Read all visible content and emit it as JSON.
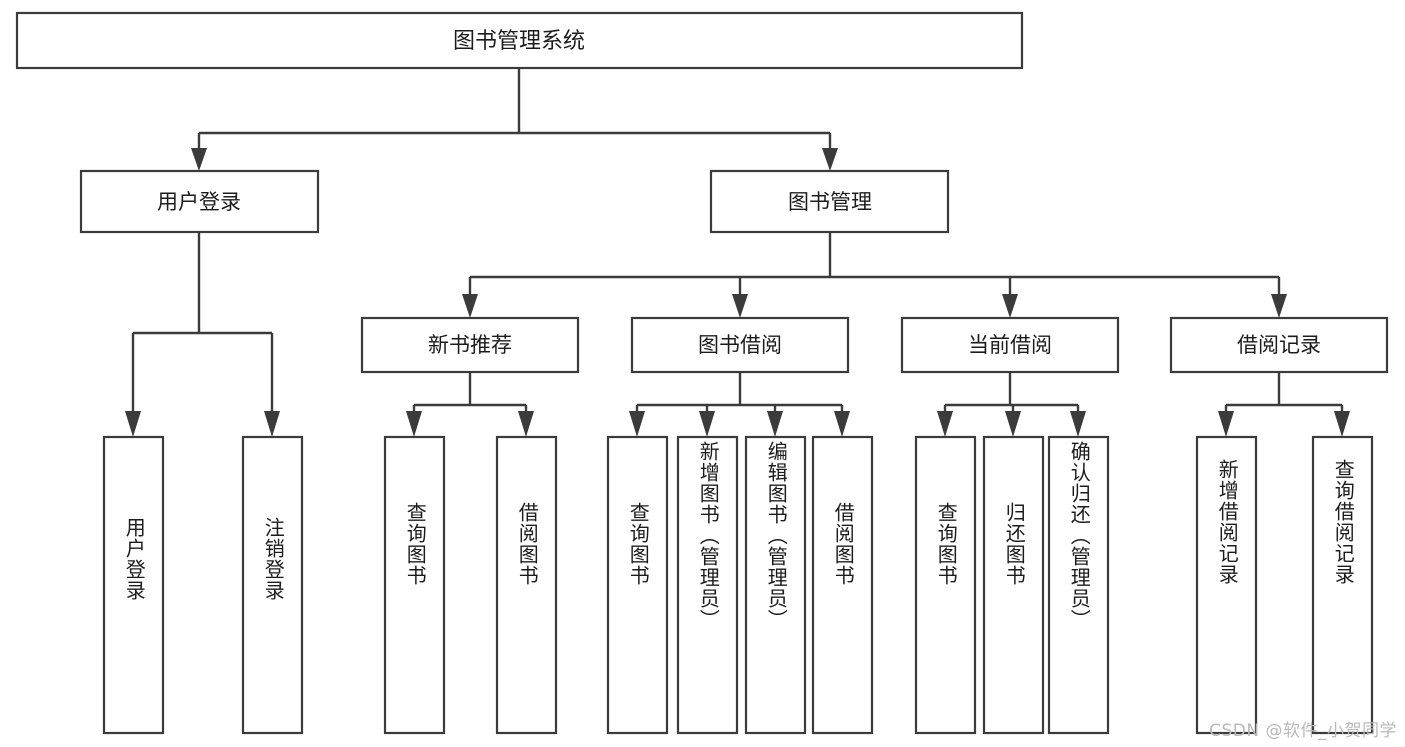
{
  "diagram": {
    "title": "图书管理系统",
    "type": "tree",
    "watermark": "CSDN @软件_小贺同学",
    "colors": {
      "box_stroke": "#3b3b3b",
      "box_fill": "#ffffff",
      "connector": "#3b3b3b",
      "text": "#1c1c1c",
      "watermark": "#b9b9b9",
      "background": "#ffffff"
    },
    "levels": {
      "root": {
        "label": "图书管理系统"
      },
      "level2": [
        {
          "label": "用户登录"
        },
        {
          "label": "图书管理"
        }
      ],
      "level3": [
        {
          "label": "新书推荐"
        },
        {
          "label": "图书借阅"
        },
        {
          "label": "当前借阅"
        },
        {
          "label": "借阅记录"
        }
      ],
      "leaves": {
        "user_login": [
          {
            "label": "用户登录"
          },
          {
            "label": "注销登录"
          }
        ],
        "new_book_recommend": [
          {
            "label": "查询图书"
          },
          {
            "label": "借阅图书"
          }
        ],
        "book_borrow": [
          {
            "label": "查询图书"
          },
          {
            "label": "新增图书（管理员）"
          },
          {
            "label": "编辑图书（管理员）"
          },
          {
            "label": "借阅图书"
          }
        ],
        "current_borrow": [
          {
            "label": "查询图书"
          },
          {
            "label": "归还图书"
          },
          {
            "label": "确认归还（管理员）"
          }
        ],
        "borrow_record": [
          {
            "label": "新增借阅记录"
          },
          {
            "label": "查询借阅记录"
          }
        ]
      }
    }
  }
}
